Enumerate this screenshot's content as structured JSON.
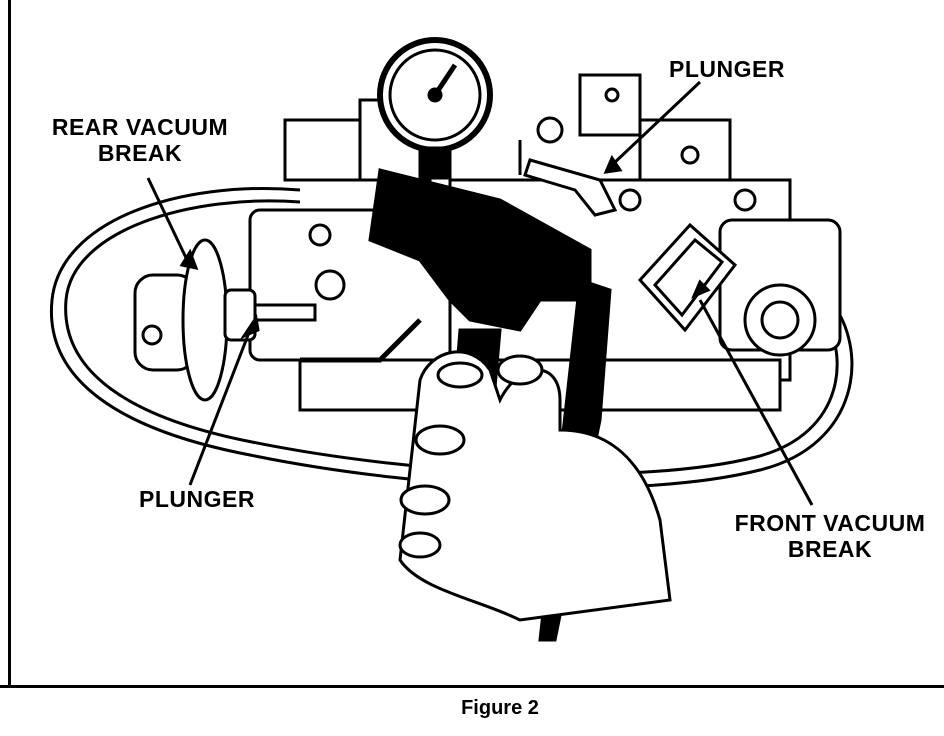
{
  "diagram": {
    "labels": {
      "rear_vacuum_break": [
        "REAR VACUUM",
        "BREAK"
      ],
      "plunger_top": "PLUNGER",
      "plunger_bottom": "PLUNGER",
      "front_vacuum_break": [
        "FRONT VACUUM",
        "BREAK"
      ]
    },
    "caption": "Figure 2"
  }
}
